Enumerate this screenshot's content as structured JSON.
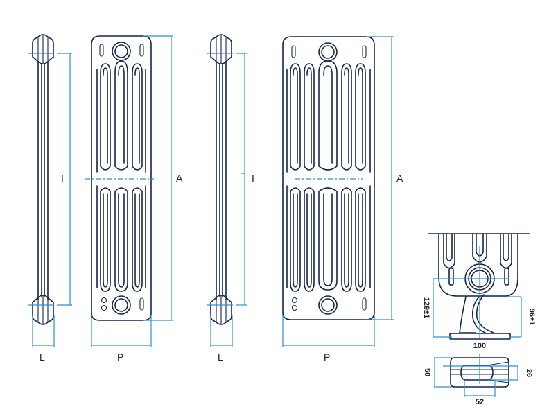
{
  "colors": {
    "outline": "#14254a",
    "dimension": "#2f8fd8",
    "text": "#222222"
  },
  "views": {
    "side_small": {
      "height_label": "I",
      "depth_label": "L"
    },
    "front_small": {
      "overall_label": "A",
      "width_label": "P",
      "columns": 3
    },
    "side_large": {
      "height_label": "I",
      "depth_label": "L"
    },
    "front_large": {
      "overall_label": "A",
      "width_label": "P",
      "columns": 5
    }
  },
  "foot_detail": {
    "height_total": "129±1",
    "height_axis": "96±1",
    "base_width": "100",
    "plan_depth": "50",
    "slot_width": "26",
    "slot_length": "52"
  }
}
